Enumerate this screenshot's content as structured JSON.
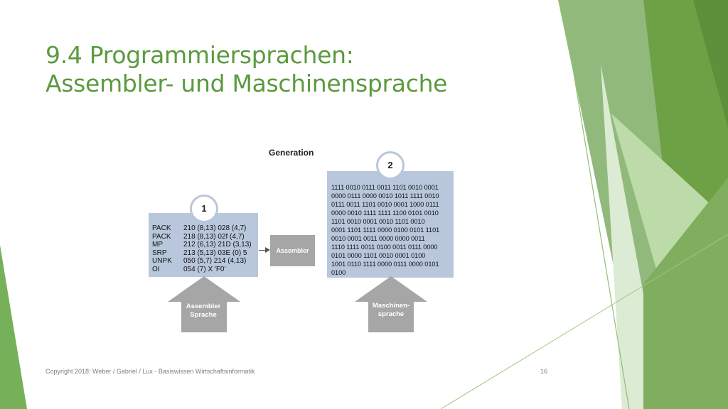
{
  "slide": {
    "title_line1": "9.4 Programmiersprachen:",
    "title_line2": "Assembler- und Maschinensprache",
    "footer": "Copyright 2018: Weber / Gabriel / Lux - Basiswissen Wirtschaftsinformatik",
    "page_number": "16"
  },
  "diagram": {
    "generation_label": "Generation",
    "gen1": {
      "number": "1",
      "code_lines": [
        {
          "mnemonic": "PACK",
          "operands": "210 (8,13) 028 (4,7)"
        },
        {
          "mnemonic": "PACK",
          "operands": "218 (8,13) 02f (4,7)"
        },
        {
          "mnemonic": "MP",
          "operands": "212 (6,13) 21D (3,13)"
        },
        {
          "mnemonic": "SRP",
          "operands": "213 (5,13) 03E (0) 5"
        },
        {
          "mnemonic": "UNPK",
          "operands": "050 (5,7) 214 (4,13)"
        },
        {
          "mnemonic": "OI",
          "operands": "054 (7) X 'F0'"
        }
      ],
      "arrow_label_line1": "Assembler",
      "arrow_label_line2": "Sprache"
    },
    "assembler_label": "Assembler",
    "gen2": {
      "number": "2",
      "binary_lines": [
        "1111 0010 0111 0011 1101 0010 0001",
        "0000 0111 0000 0010 1011 1111 0010",
        "0111 0011 1101 0010 0001 1000 0111",
        "0000 0010 1111 1111 1100 0101 0010",
        "1101 0010 0001 0010 1101 0010",
        "0001 1101 1111 0000 0100 0101 1101",
        "0010 0001 0011 0000 0000 0011",
        "1110 1111 0011 0100 0011 0111 0000",
        "0101 0000 1101 0010 0001 0100",
        "1001 0110 1111 0000 0111 0000 0101",
        "0100"
      ],
      "arrow_label_line1": "Maschinen-",
      "arrow_label_line2": "sprache"
    }
  },
  "colors": {
    "title": "#5b9a3e",
    "box_fill": "#b8c7dc",
    "gray_shape": "#a6a6a6"
  }
}
